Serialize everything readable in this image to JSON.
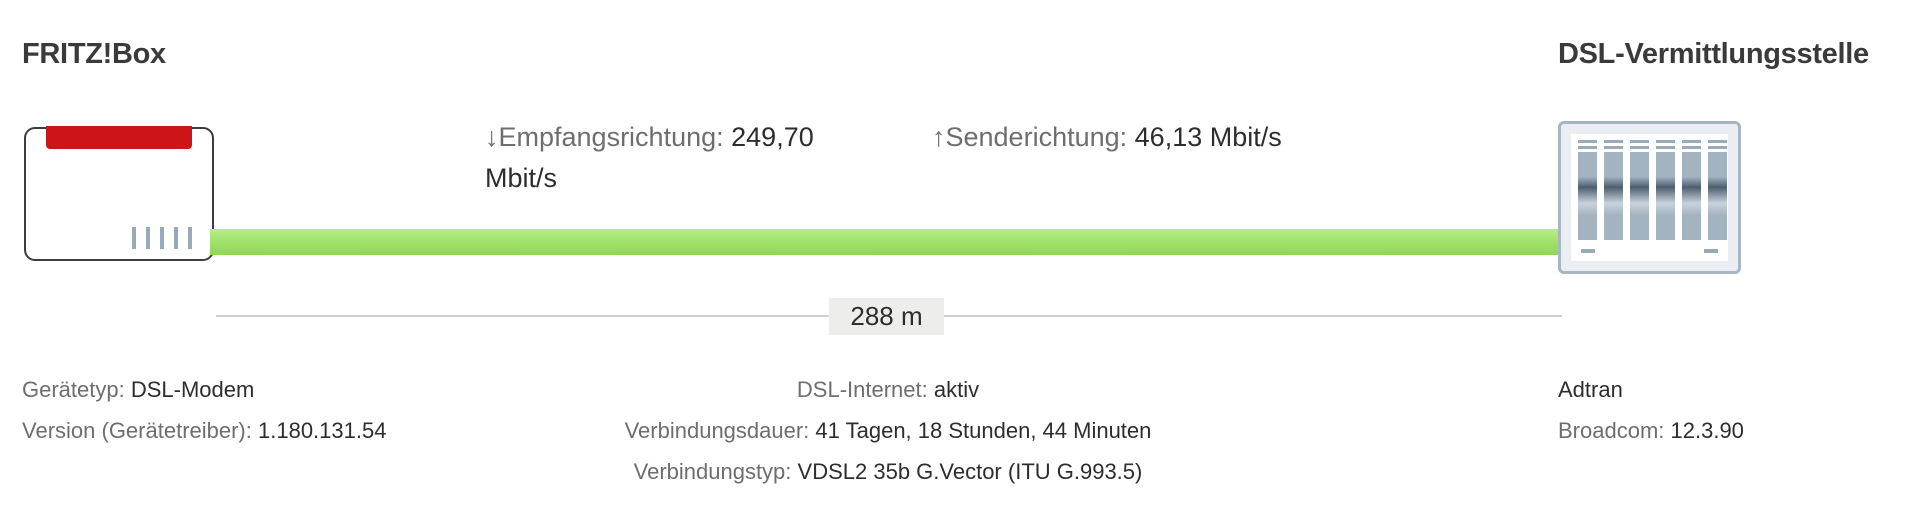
{
  "fritzbox": {
    "title": "FRITZ!Box",
    "accent_color": "#cc1419",
    "port_count": 5
  },
  "exchange": {
    "title": "DSL-Vermittlungsstelle",
    "slot_count": 6
  },
  "line": {
    "color": "#a2e36c",
    "downstream": {
      "arrow": "↓",
      "label": "Empfangsrichtung:",
      "value": "249,70 Mbit/s"
    },
    "upstream": {
      "arrow": "↑",
      "label": "Senderichtung:",
      "value": "46,13 Mbit/s"
    },
    "distance": "288 m"
  },
  "left_info": {
    "device_type_label": "Gerätetyp:",
    "device_type_value": "DSL-Modem",
    "version_label": "Version (Gerätetreiber):",
    "version_value": "1.180.131.54"
  },
  "center_info": {
    "internet_label": "DSL-Internet:",
    "internet_value": "aktiv",
    "duration_label": "Verbindungsdauer:",
    "duration_value": "41 Tagen, 18 Stunden, 44 Minuten",
    "type_label": "Verbindungstyp:",
    "type_value": "VDSL2 35b G.Vector (ITU G.993.5)"
  },
  "right_info": {
    "vendor": "Adtran",
    "chipset_label": "Broadcom:",
    "chipset_value": "12.3.90"
  }
}
